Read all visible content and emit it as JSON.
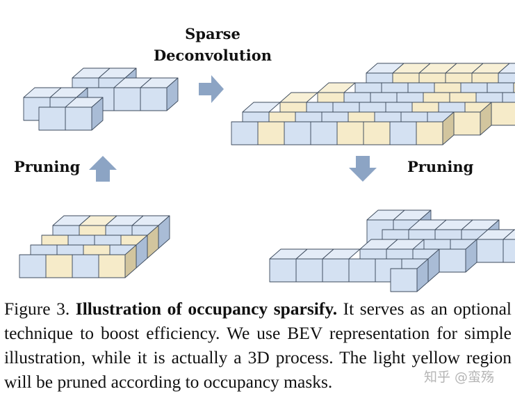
{
  "labels": {
    "sparse_deconv_line1": "Sparse",
    "sparse_deconv_line2": "Deconvolution",
    "pruning_left": "Pruning",
    "pruning_right": "Pruning"
  },
  "caption": {
    "prefix": "Figure 3.",
    "title": "Illustration of occupancy sparsify.",
    "body": "It serves as an optional technique to boost efficiency. We use BEV representation for simple illustration, while it is actually a 3D process. The light yellow region will be pruned according to occupancy masks."
  },
  "watermark": "知乎 @蛮殇",
  "colors": {
    "blue_front": "#d4e1f2",
    "blue_top": "#e4ecf7",
    "blue_side": "#a9bcd6",
    "yellow_front": "#f6ebc9",
    "yellow_top": "#f8f0d6",
    "yellow_side": "#d2c59e",
    "arrow": "#8ca4c4",
    "edge": "#3c4a5c"
  }
}
